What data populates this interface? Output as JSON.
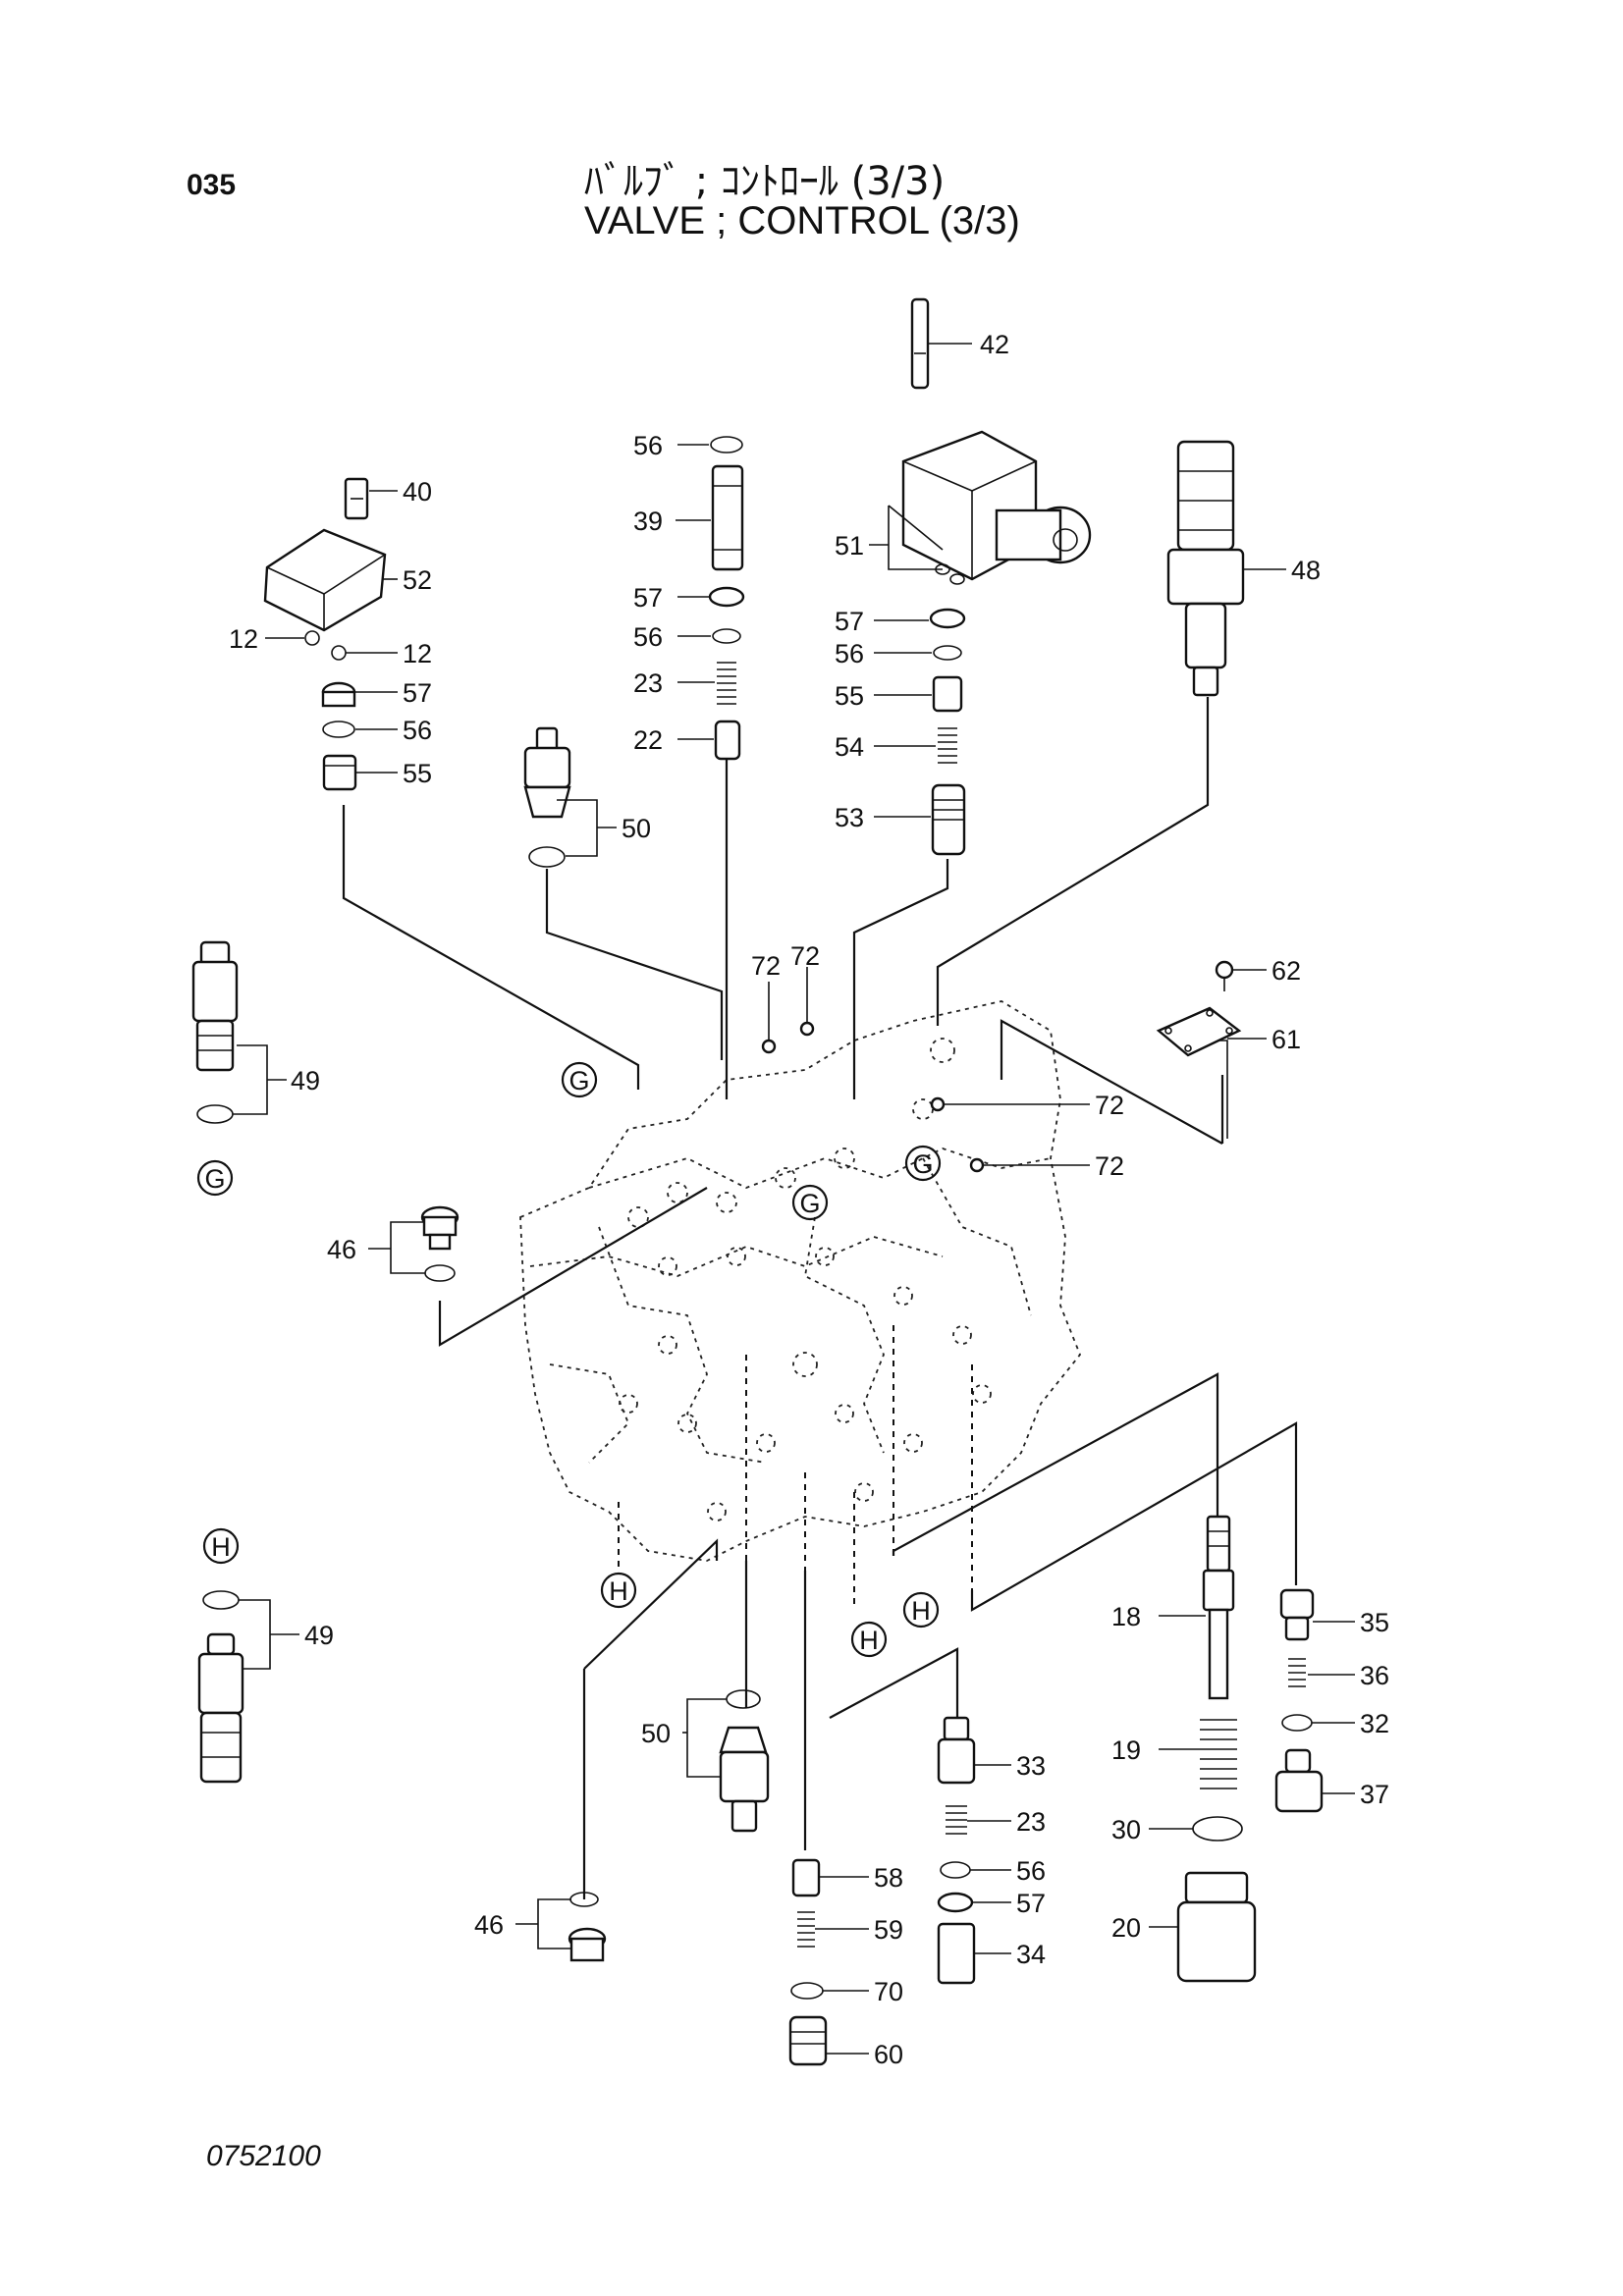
{
  "header": {
    "page_number": "035",
    "title_jp": "ﾊﾞﾙﾌﾞ ; ｺﾝﾄﾛｰﾙ (3/3)",
    "title_en": "VALVE ; CONTROL (3/3)"
  },
  "footer": {
    "drawing_code": "0752100"
  },
  "reference_markers": {
    "g": "G",
    "h": "H"
  },
  "callouts": {
    "c42": "42",
    "c56a": "56",
    "c39": "39",
    "c57a": "57",
    "c56b": "56",
    "c23a": "23",
    "c22": "22",
    "c40": "40",
    "c52": "52",
    "c12a": "12",
    "c12b": "12",
    "c57b": "57",
    "c56c": "56",
    "c55a": "55",
    "c51": "51",
    "c57c": "57",
    "c56d": "56",
    "c55b": "55",
    "c54": "54",
    "c53": "53",
    "c48": "48",
    "c50a": "50",
    "c72a": "72",
    "c72b": "72",
    "c72c": "72",
    "c72d": "72",
    "c62": "62",
    "c61": "61",
    "c49a": "49",
    "c46a": "46",
    "c49b": "49",
    "c18": "18",
    "c35": "35",
    "c36": "36",
    "c32": "32",
    "c19": "19",
    "c37": "37",
    "c30": "30",
    "c20": "20",
    "c50b": "50",
    "c33": "33",
    "c23b": "23",
    "c56e": "56",
    "c57d": "57",
    "c34": "34",
    "c46b": "46",
    "c58": "58",
    "c59": "59",
    "c70": "70",
    "c60": "60"
  }
}
